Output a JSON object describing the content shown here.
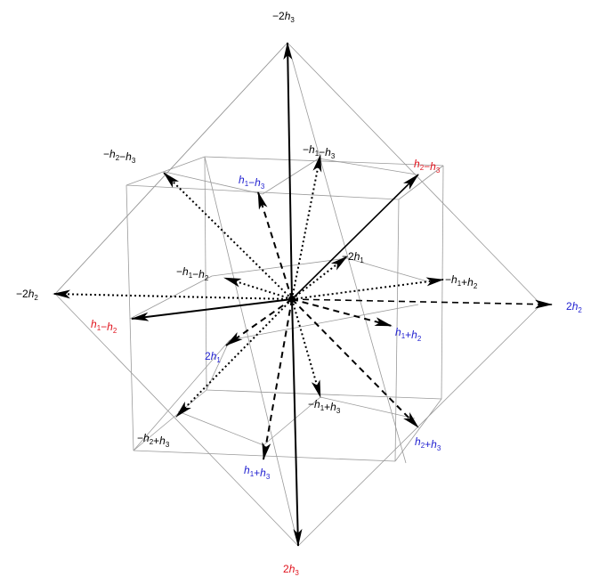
{
  "colors": {
    "black": "#000000",
    "blue": "#1f1fd0",
    "red": "#e0141e",
    "frame": "#9a9a9a"
  },
  "vectors": [
    {
      "name": "vec-minus-2h3",
      "label": "−2h3",
      "color": "black",
      "style": "solid"
    },
    {
      "name": "vec-2h3",
      "label": "2h3",
      "color": "red",
      "style": "solid"
    },
    {
      "name": "vec-h2-minus-h3",
      "label": "h2−h3",
      "color": "red",
      "style": "solid"
    },
    {
      "name": "vec-h1-minus-h2",
      "label": "h1−h2",
      "color": "red",
      "style": "solid"
    },
    {
      "name": "vec-2h2",
      "label": "2h2",
      "color": "blue",
      "style": "dashed"
    },
    {
      "name": "vec-h1-minus-h3",
      "label": "h1−h3",
      "color": "blue",
      "style": "dashed"
    },
    {
      "name": "vec-2h1",
      "label": "2h1",
      "color": "blue",
      "style": "dashed"
    },
    {
      "name": "vec-h1-plus-h2",
      "label": "h1+h2",
      "color": "blue",
      "style": "dashed"
    },
    {
      "name": "vec-h2-plus-h3",
      "label": "h2+h3",
      "color": "blue",
      "style": "dashed"
    },
    {
      "name": "vec-h1-plus-h3",
      "label": "h1+h3",
      "color": "blue",
      "style": "dashed"
    },
    {
      "name": "vec-minus-2h2",
      "label": "−2h2",
      "color": "black",
      "style": "dotted"
    },
    {
      "name": "vec-minus-h2-minus-h3",
      "label": "−h2−h3",
      "color": "black",
      "style": "dotted"
    },
    {
      "name": "vec-minus-h1-minus-h3",
      "label": "−h1−h3",
      "color": "black",
      "style": "dotted"
    },
    {
      "name": "vec-minus-2h1",
      "label": "−2h1",
      "color": "black",
      "style": "dotted"
    },
    {
      "name": "vec-minus-h1-minus-h2",
      "label": "−h1−h2",
      "color": "black",
      "style": "dotted"
    },
    {
      "name": "vec-minus-h1-plus-h2",
      "label": "−h1+h2",
      "color": "black",
      "style": "dotted"
    },
    {
      "name": "vec-minus-h2-plus-h3",
      "label": "−h2+h3",
      "color": "black",
      "style": "dotted"
    },
    {
      "name": "vec-minus-h1-plus-h3",
      "label": "−h1+h3",
      "color": "black",
      "style": "dotted"
    }
  ]
}
